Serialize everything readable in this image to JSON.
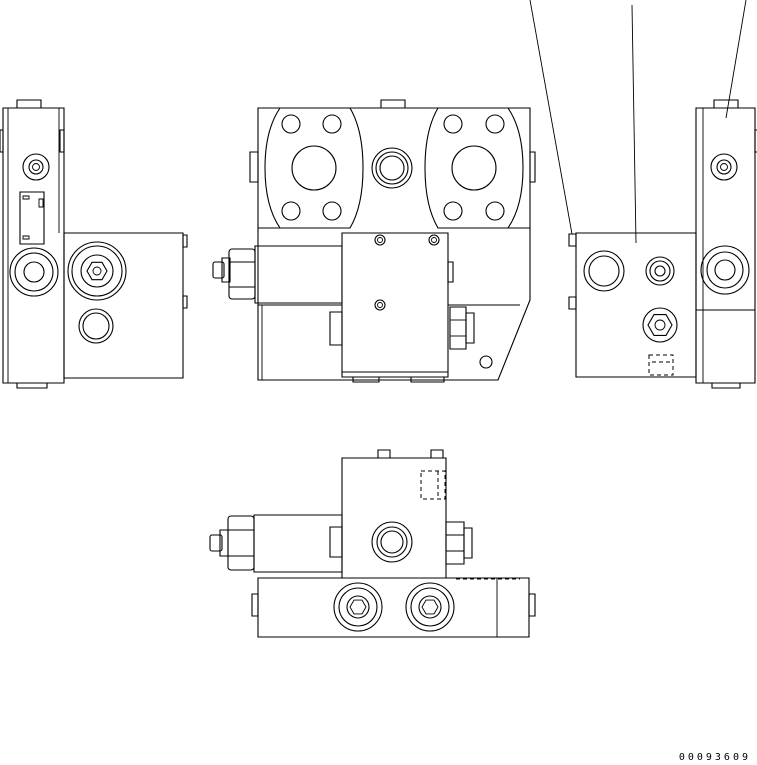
{
  "drawing": {
    "number": "00093609",
    "background_color": "#ffffff",
    "line_color": "#000000"
  },
  "views": [
    {
      "id": "left-side-view"
    },
    {
      "id": "front-view"
    },
    {
      "id": "right-side-view"
    },
    {
      "id": "bottom-view"
    }
  ]
}
